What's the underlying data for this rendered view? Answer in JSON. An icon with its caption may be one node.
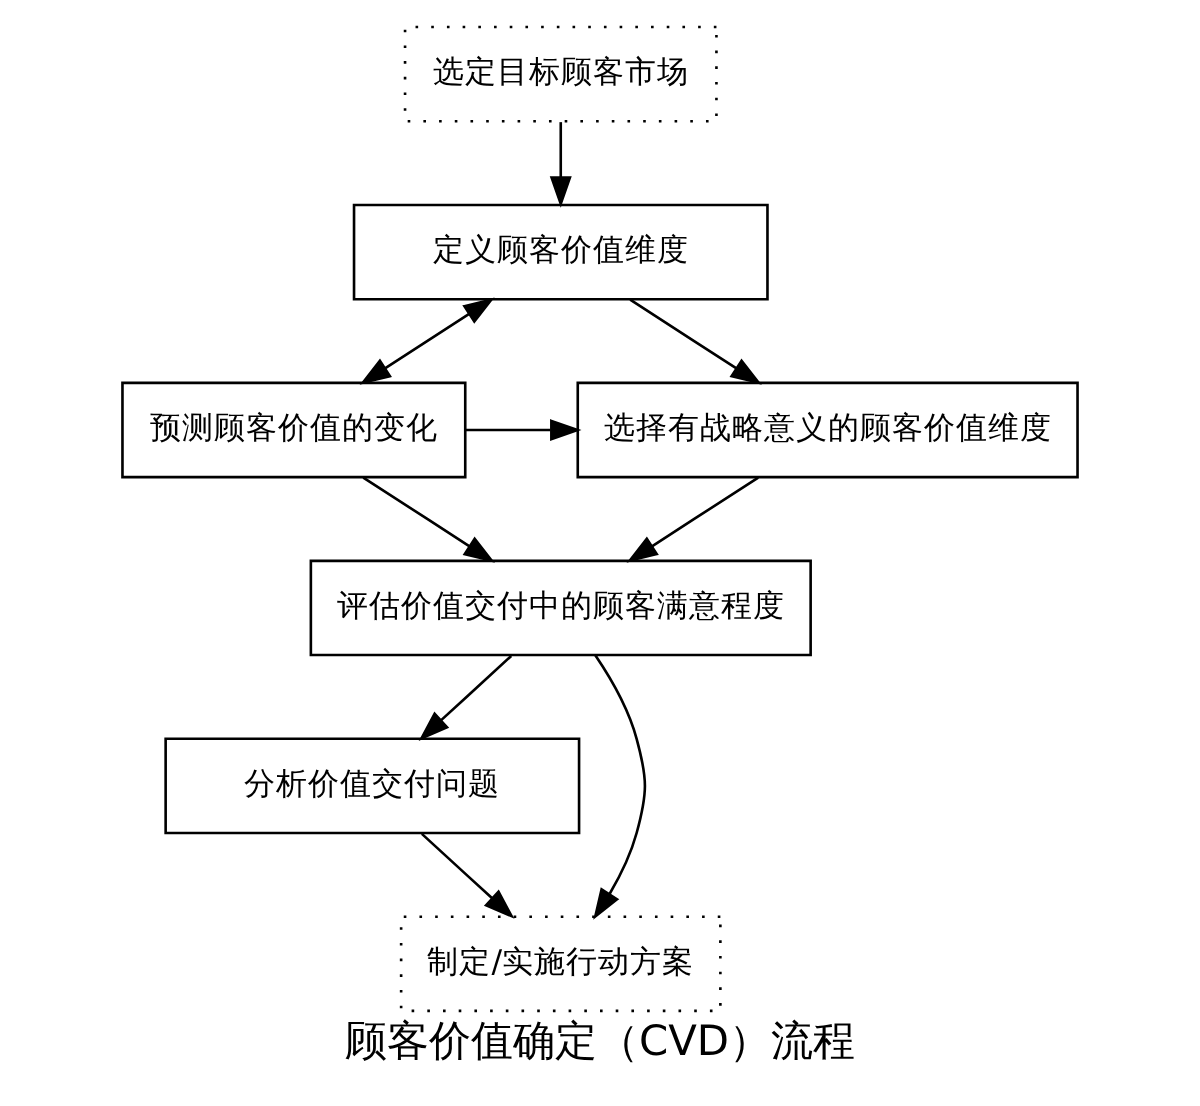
{
  "diagram": {
    "caption": "顾客价值确定（CVD）流程",
    "nodes": [
      {
        "text": [
          "选定目标顾客市场"
        ]
      },
      {
        "text": [
          "定义顾客价值维度"
        ]
      },
      {
        "text": [
          "选择有战略意义的顾客价值维度"
        ]
      },
      {
        "text": [
          "评估价值交付中的顾客满意程度"
        ]
      },
      {
        "text": [
          "分析价值交付问题"
        ]
      },
      {
        "text": [
          "预测顾客价值的变化"
        ]
      },
      {
        "text": [
          "制定/实施行动方案"
        ]
      }
    ],
    "edges": [
      {
        "from": 0,
        "to": 1,
        "arrow": "to"
      },
      {
        "from": 1,
        "to": 2,
        "arrow": "to"
      },
      {
        "from": 2,
        "to": 3,
        "arrow": "to"
      },
      {
        "from": 3,
        "to": 4,
        "arrow": "to"
      },
      {
        "from": 5,
        "to": 1,
        "arrow": "both"
      },
      {
        "from": 5,
        "to": 2,
        "arrow": "to"
      },
      {
        "from": 5,
        "to": 3,
        "arrow": "to"
      },
      {
        "from": 3,
        "to": 6,
        "arrow": "to"
      },
      {
        "from": 4,
        "to": 6,
        "arrow": "to"
      }
    ]
  }
}
